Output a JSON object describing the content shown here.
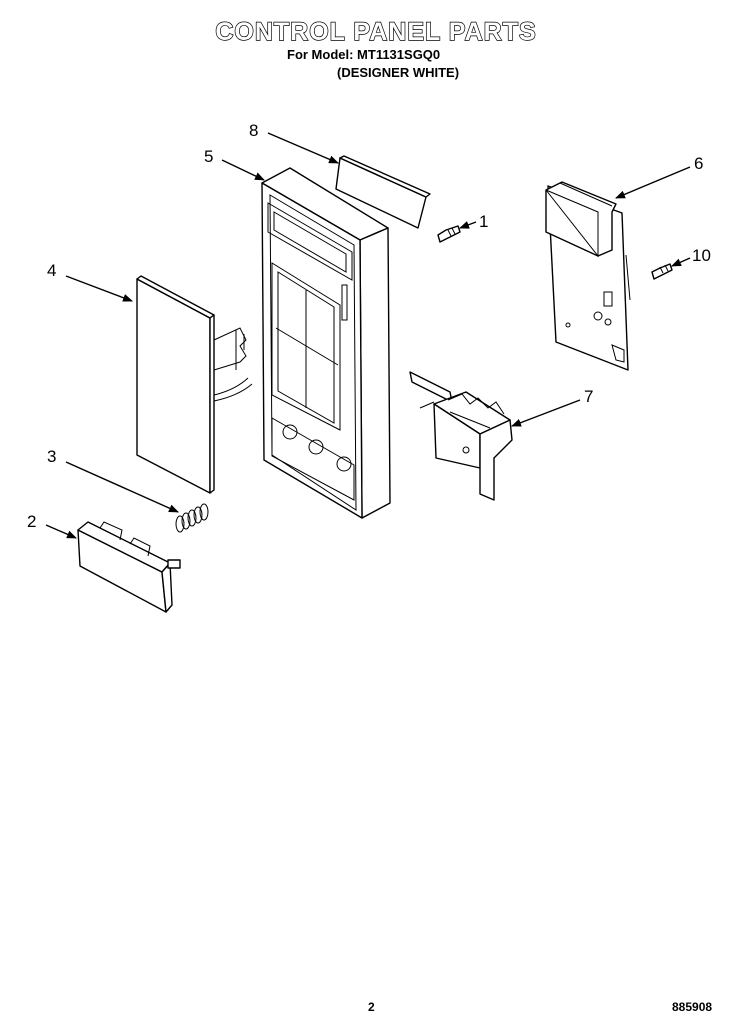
{
  "header": {
    "title": "CONTROL PANEL PARTS",
    "model_line": "For Model: MT1131SGQ0",
    "variant_line": "(DESIGNER WHITE)"
  },
  "callouts": [
    "1",
    "2",
    "3",
    "4",
    "5",
    "6",
    "7",
    "8",
    "10"
  ],
  "footer": {
    "page_number": "2",
    "document_number": "885908"
  }
}
